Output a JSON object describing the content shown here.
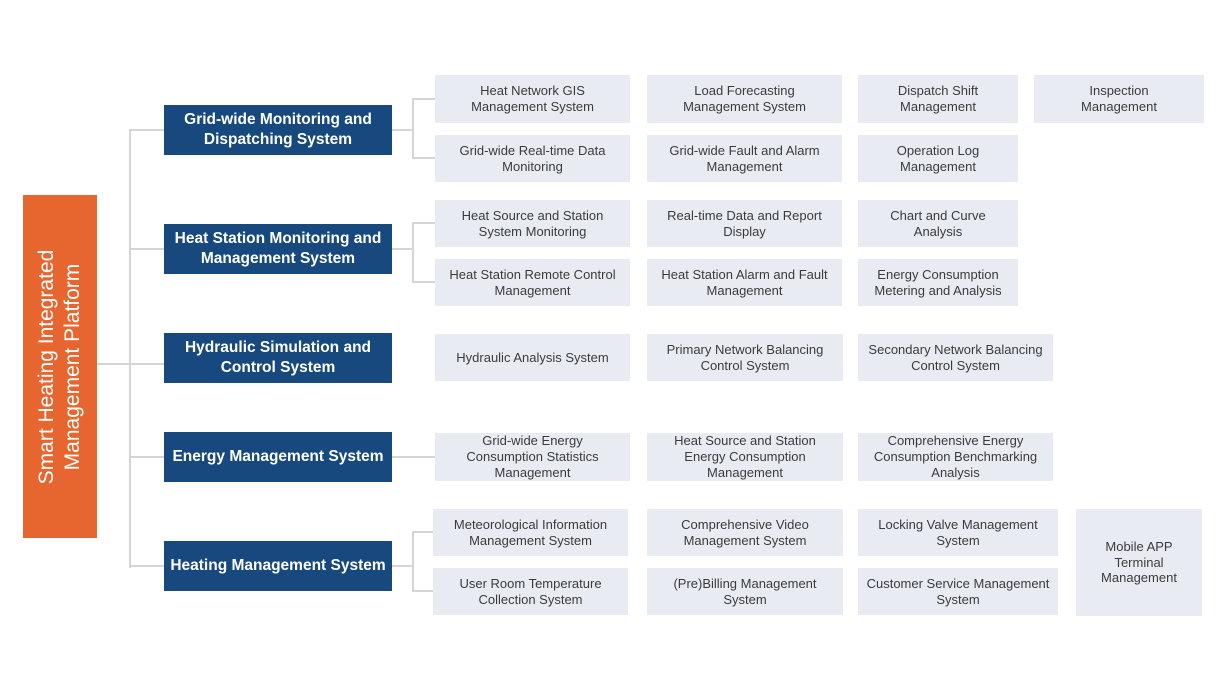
{
  "diagram": {
    "root": {
      "label": "Smart Heating Integrated Management Platform"
    },
    "colors": {
      "root_bg": "#E7652E",
      "root_text": "#FFFFFF",
      "system_bg": "#17497E",
      "system_text": "#FFFFFF",
      "module_bg": "#E9EBF2",
      "module_text": "#3B3B3B",
      "connector": "#D4D5D7",
      "canvas_bg": "#FFFFFF"
    },
    "systems": [
      {
        "label": "Grid-wide Monitoring and Dispatching System",
        "modules": [
          "Heat Network GIS Management System",
          "Load Forecasting Management System",
          "Dispatch Shift Management",
          "Inspection Management",
          "Grid-wide Real-time Data Monitoring",
          "Grid-wide Fault and Alarm Management",
          "Operation Log Management"
        ]
      },
      {
        "label": "Heat Station Monitoring and Management System",
        "modules": [
          "Heat Source and Station System Monitoring",
          "Real-time Data and Report Display",
          "Chart and Curve Analysis",
          "Heat Station Remote Control Management",
          "Heat Station Alarm and Fault Management",
          "Energy Consumption Metering and Analysis"
        ]
      },
      {
        "label": "Hydraulic Simulation and Control System",
        "modules": [
          "Hydraulic Analysis System",
          "Primary Network Balancing Control System",
          "Secondary Network Balancing Control System"
        ]
      },
      {
        "label": "Energy Management System",
        "modules": [
          "Grid-wide Energy Consumption Statistics Management",
          "Heat Source and Station Energy Consumption Management",
          "Comprehensive Energy Consumption Benchmarking Analysis"
        ]
      },
      {
        "label": "Heating Management System",
        "modules": [
          "Meteorological Information Management System",
          "Comprehensive Video Management System",
          "Locking Valve Management System",
          "User Room Temperature Collection System",
          "(Pre)Billing Management System",
          "Customer Service Management System",
          "Mobile APP Terminal Management"
        ]
      }
    ]
  }
}
